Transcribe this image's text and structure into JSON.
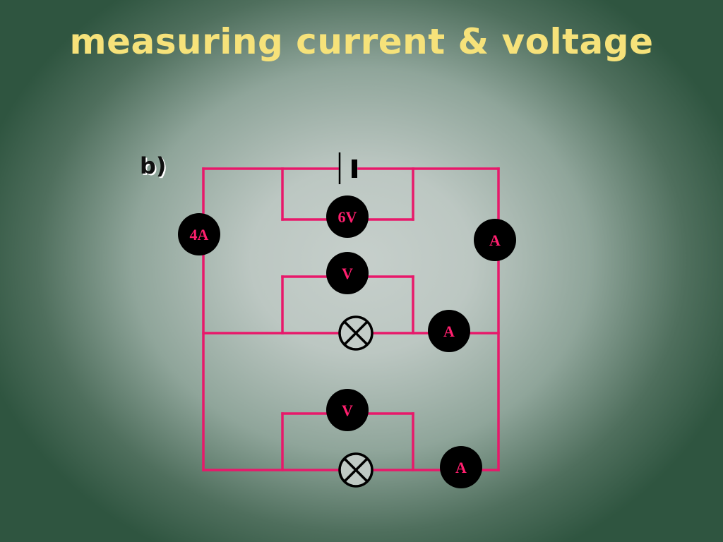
{
  "slide": {
    "title": "measuring current & voltage",
    "part_label": "b)"
  },
  "colors": {
    "title": "#f6e27a",
    "wire": "#e8186a",
    "meter_fill": "#000000",
    "meter_text": "#ff1f6e",
    "lamp": "#000000"
  },
  "meters": {
    "supply_voltmeter": "6V",
    "main_ammeter_left": "4A",
    "main_ammeter_right": "A",
    "lamp1_voltmeter": "V",
    "lamp1_ammeter": "A",
    "lamp2_voltmeter": "V",
    "lamp2_ammeter": "A"
  },
  "icons": {
    "cell": "battery-cell-icon",
    "lamp": "lamp-icon"
  }
}
